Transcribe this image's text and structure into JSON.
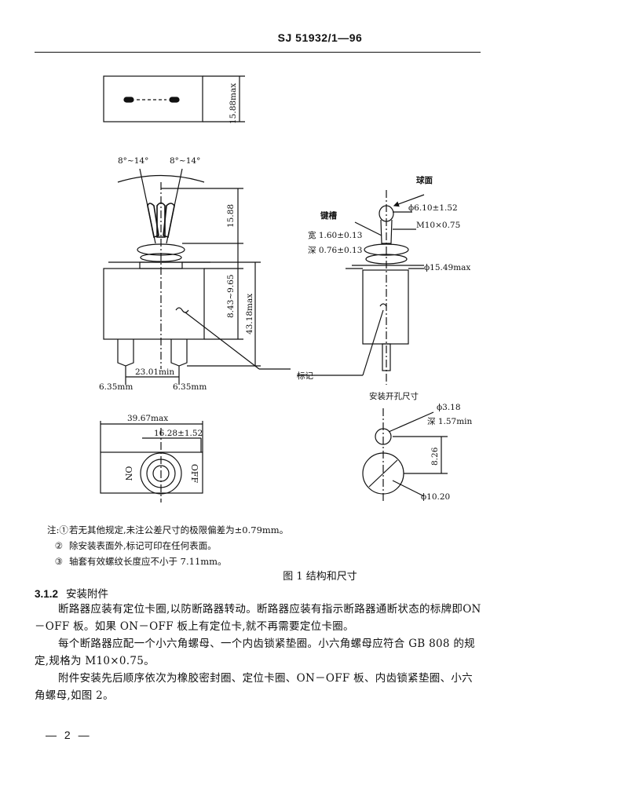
{
  "header": {
    "standard_code": "SJ 51932/1—96"
  },
  "figure": {
    "dims": {
      "top_height": "15.88max",
      "angle_left": "8°~14°",
      "angle_right": "8°~14°",
      "toggle_height": "15.88",
      "body_range": "8.43~9.65",
      "overall_height": "43.18max",
      "terminal_span": "23.01min",
      "terminal_left": "6.35mm",
      "terminal_right": "6.35mm",
      "overall_width": "39.67max",
      "offset": "16.28±1.52"
    },
    "side_labels": {
      "sphere": "球面",
      "keyway": "键槽",
      "ball_dia": "ϕ6.10±1.52",
      "thread": "M10×0.75",
      "key_width": "宽 1.60±0.13",
      "key_depth": "深 0.76±0.13",
      "bushing_dia": "ϕ15.49max",
      "marking": "标记"
    },
    "plate_labels": {
      "on": "ON",
      "off": "OFF"
    },
    "mount_hole": {
      "title": "安装开孔尺寸",
      "small_dia": "ϕ3.18",
      "small_depth": "深 1.57min",
      "spacing": "8.26",
      "big_dia": "ϕ10.20"
    },
    "caption": "图 1   结构和尺寸"
  },
  "notes": [
    {
      "marker": "注:①",
      "text": "若无其他规定,未注公差尺寸的极限偏差为±0.79mm。"
    },
    {
      "marker": "②",
      "text": "除安装表面外,标记可印在任何表面。"
    },
    {
      "marker": "③",
      "text": "轴套有效螺纹长度应不小于 7.11mm。"
    }
  ],
  "section": {
    "number": "3.1.2",
    "title": "安装附件",
    "paragraphs": [
      "断路器应装有定位卡圈,以防断路器转动。断路器应装有指示断路器通断状态的标牌即ON－OFF 板。如果 ON－OFF 板上有定位卡,就不再需要定位卡圈。",
      "每个断路器应配一个小六角螺母、一个内齿锁紧垫圈。小六角螺母应符合 GB 808 的规定,规格为 M10×0.75。",
      "附件安装先后顺序依次为橡胶密封圈、定位卡圈、ON－OFF 板、内齿锁紧垫圈、小六角螺母,如图 2。"
    ]
  },
  "page_number": "— 2 —"
}
